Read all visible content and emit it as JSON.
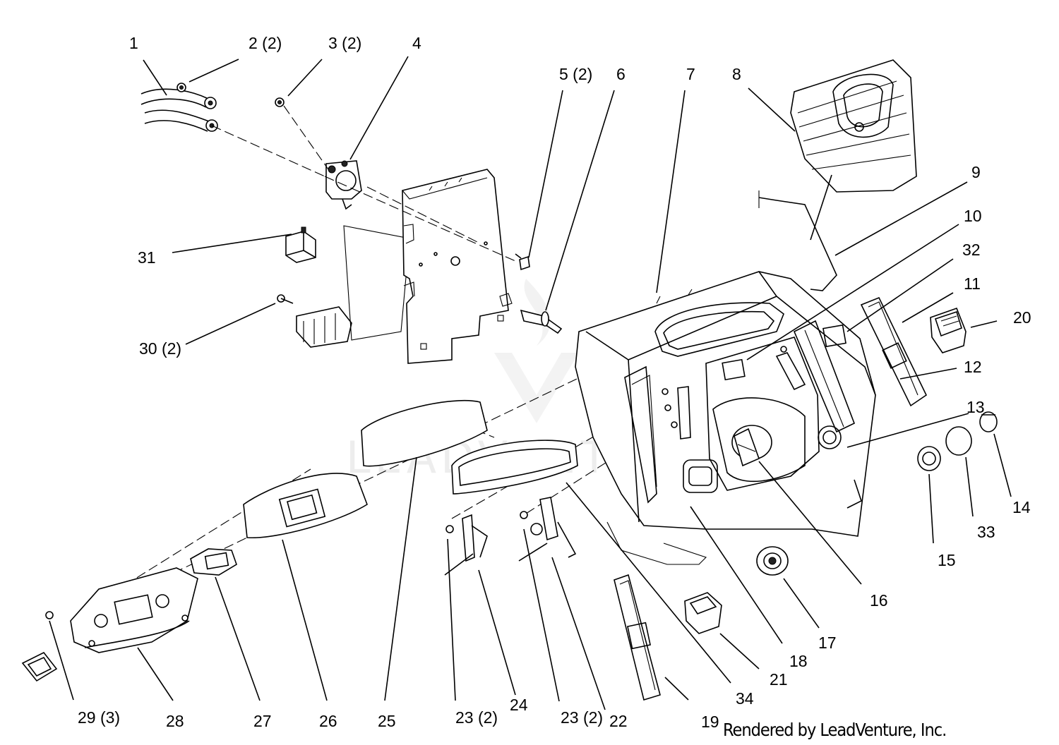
{
  "watermark": "LEADVENTURE",
  "credit": "Rendered by LeadVenture, Inc.",
  "callouts": [
    {
      "id": "1",
      "text": "1"
    },
    {
      "id": "2",
      "text": "2 (2)"
    },
    {
      "id": "3",
      "text": "3 (2)"
    },
    {
      "id": "4",
      "text": "4"
    },
    {
      "id": "5",
      "text": "5 (2)"
    },
    {
      "id": "6",
      "text": "6"
    },
    {
      "id": "7",
      "text": "7"
    },
    {
      "id": "8",
      "text": "8"
    },
    {
      "id": "9",
      "text": "9"
    },
    {
      "id": "10",
      "text": "10"
    },
    {
      "id": "32",
      "text": "32"
    },
    {
      "id": "11",
      "text": "11"
    },
    {
      "id": "20",
      "text": "20"
    },
    {
      "id": "12",
      "text": "12"
    },
    {
      "id": "13",
      "text": "13"
    },
    {
      "id": "14",
      "text": "14"
    },
    {
      "id": "33",
      "text": "33"
    },
    {
      "id": "15",
      "text": "15"
    },
    {
      "id": "16",
      "text": "16"
    },
    {
      "id": "17",
      "text": "17"
    },
    {
      "id": "18",
      "text": "18"
    },
    {
      "id": "21",
      "text": "21"
    },
    {
      "id": "34",
      "text": "34"
    },
    {
      "id": "19",
      "text": "19"
    },
    {
      "id": "22",
      "text": "22"
    },
    {
      "id": "23b",
      "text": "23 (2)"
    },
    {
      "id": "24",
      "text": "24"
    },
    {
      "id": "23a",
      "text": "23 (2)"
    },
    {
      "id": "25",
      "text": "25"
    },
    {
      "id": "26",
      "text": "26"
    },
    {
      "id": "27",
      "text": "27"
    },
    {
      "id": "28",
      "text": "28"
    },
    {
      "id": "29",
      "text": "29 (3)"
    },
    {
      "id": "31",
      "text": "31"
    },
    {
      "id": "30",
      "text": "30 (2)"
    }
  ]
}
